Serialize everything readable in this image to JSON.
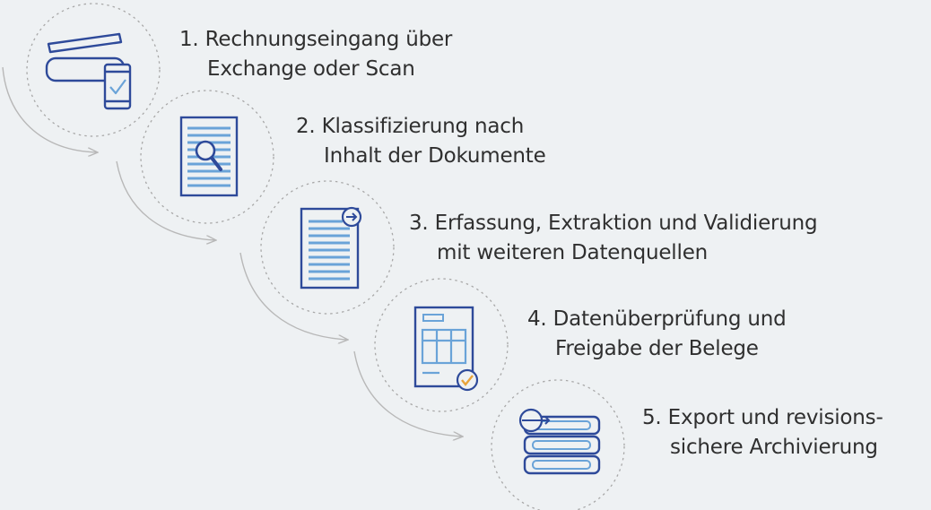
{
  "steps": [
    {
      "number": "1.",
      "line1": "Rechnungseingang über",
      "line2": "Exchange oder Scan",
      "icon": "scanner-phone-icon"
    },
    {
      "number": "2.",
      "line1": "Klassifizierung nach",
      "line2": "Inhalt der Dokumente",
      "icon": "document-search-icon"
    },
    {
      "number": "3.",
      "line1": "Erfassung, Extraktion und Validierung",
      "line2": "mit weiteren Datenquellen",
      "icon": "document-arrow-icon"
    },
    {
      "number": "4.",
      "line1": "Datenüberprüfung und",
      "line2": "Freigabe der Belege",
      "icon": "document-check-icon"
    },
    {
      "number": "5.",
      "line1": "Export und revisions-",
      "line2": "sichere Archivierung",
      "icon": "export-archive-icon"
    }
  ],
  "colors": {
    "background": "#eef1f3",
    "icon_dark": "#2e4a9a",
    "icon_light": "#6aa3d8",
    "check": "#e8a33a",
    "circle": "#a8a8a8",
    "arrow": "#b8b8b8"
  }
}
